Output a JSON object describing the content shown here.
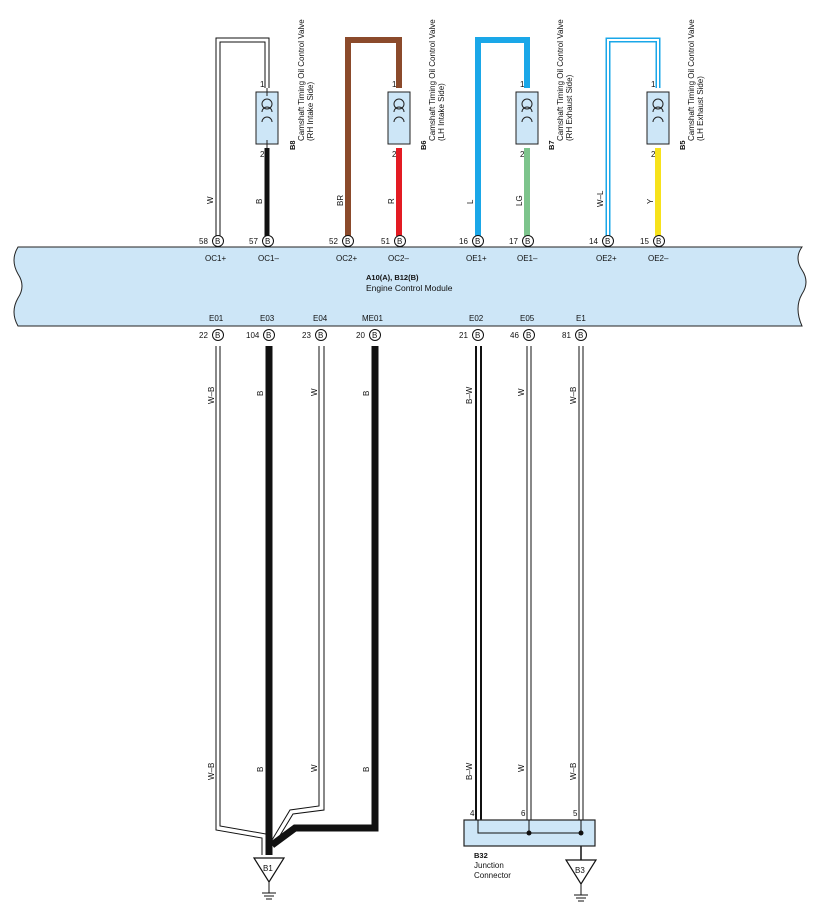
{
  "ecm": {
    "connector_ref": "A10(A), B12(B)",
    "name": "Engine Control Module",
    "top_terminals": [
      {
        "pin": "58",
        "conn": "B",
        "signal": "OC1+"
      },
      {
        "pin": "57",
        "conn": "B",
        "signal": "OC1–"
      },
      {
        "pin": "52",
        "conn": "B",
        "signal": "OC2+"
      },
      {
        "pin": "51",
        "conn": "B",
        "signal": "OC2–"
      },
      {
        "pin": "16",
        "conn": "B",
        "signal": "OE1+"
      },
      {
        "pin": "17",
        "conn": "B",
        "signal": "OE1–"
      },
      {
        "pin": "14",
        "conn": "B",
        "signal": "OE2+"
      },
      {
        "pin": "15",
        "conn": "B",
        "signal": "OE2–"
      }
    ],
    "bottom_terminals": [
      {
        "pin": "22",
        "conn": "B",
        "signal": "E01"
      },
      {
        "pin": "104",
        "conn": "B",
        "signal": "E03"
      },
      {
        "pin": "23",
        "conn": "B",
        "signal": "E04"
      },
      {
        "pin": "20",
        "conn": "B",
        "signal": "ME01"
      },
      {
        "pin": "21",
        "conn": "B",
        "signal": "E02"
      },
      {
        "pin": "46",
        "conn": "B",
        "signal": "E05"
      },
      {
        "pin": "81",
        "conn": "B",
        "signal": "E1"
      }
    ]
  },
  "valves": [
    {
      "id": "B8",
      "title": "Camshaft Timing Oil Control Valve",
      "side": "(RH Intake Side)",
      "pin_top": "1",
      "pin_bottom": "2",
      "wire_top": "W",
      "wire_bottom": "B",
      "color_top": "#ffffff",
      "color_bottom": "#111111"
    },
    {
      "id": "B6",
      "title": "Camshaft Timing Oil Control Valve",
      "side": "(LH Intake Side)",
      "pin_top": "1",
      "pin_bottom": "2",
      "wire_top": "BR",
      "wire_bottom": "R",
      "color_top": "#8b4a2b",
      "color_bottom": "#e31b23"
    },
    {
      "id": "B7",
      "title": "Camshaft Timing Oil Control Valve",
      "side": "(RH Exhaust Side)",
      "pin_top": "1",
      "pin_bottom": "2",
      "wire_top": "L",
      "wire_bottom": "LG",
      "color_top": "#1aa7e8",
      "color_bottom": "#7dc48c"
    },
    {
      "id": "B5",
      "title": "Camshaft Timing Oil Control Valve",
      "side": "(LH Exhaust Side)",
      "pin_top": "1",
      "pin_bottom": "2",
      "wire_top": "W–L",
      "wire_bottom": "Y",
      "color_top": "#ffffff",
      "color_bottom": "#f7e21b"
    }
  ],
  "ground_wires": {
    "e01": "W–B",
    "e03": "B",
    "e04": "W",
    "me01": "B",
    "e02": "B–W",
    "e05": "W",
    "e1": "W–B"
  },
  "junction": {
    "id": "B32",
    "name_line1": "Junction",
    "name_line2": "Connector",
    "pins": [
      "4",
      "6",
      "5"
    ]
  },
  "grounds": {
    "b1": "B1",
    "b3": "B3"
  },
  "colors": {
    "module_fill": "#cde6f7",
    "wire_black": "#111111",
    "wire_brown": "#8b4a2b",
    "wire_red": "#e31b23",
    "wire_blue": "#1aa7e8",
    "wire_lightgreen": "#7dc48c",
    "wire_yellow": "#f7e21b"
  }
}
